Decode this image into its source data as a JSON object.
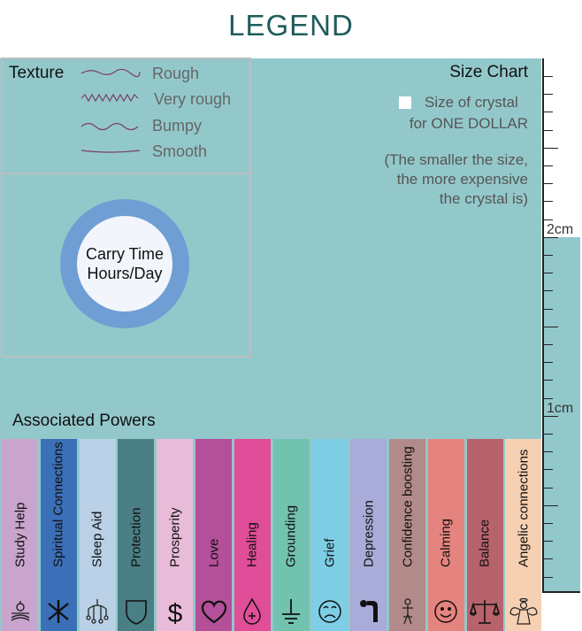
{
  "title": "LEGEND",
  "texture": {
    "title": "Texture",
    "items": [
      {
        "label": "Rough",
        "wave": "rough"
      },
      {
        "label": "Very rough",
        "wave": "very-rough"
      },
      {
        "label": "Bumpy",
        "wave": "bumpy"
      },
      {
        "label": "Smooth",
        "wave": "smooth"
      }
    ]
  },
  "carry_time": {
    "line1": "Carry Time",
    "line2": "Hours/Day"
  },
  "size_chart": {
    "title": "Size Chart",
    "line1": "Size of crystal",
    "line2": "for ONE DOLLAR",
    "note1": "(The smaller the size,",
    "note2": "the more expensive",
    "note3": "the crystal is)"
  },
  "ruler": {
    "label_2cm": "2cm",
    "label_1cm": "1cm"
  },
  "powers": {
    "title": "Associated Powers",
    "items": [
      {
        "label": "Study Help",
        "color": "#c9a4cc",
        "icon": "study-icon"
      },
      {
        "label": "Spiritual Connections",
        "color": "#3b70b8",
        "icon": "asterisk-icon"
      },
      {
        "label": "Sleep Aid",
        "color": "#b9d0e6",
        "icon": "mobile-icon"
      },
      {
        "label": "Protection",
        "color": "#4a7f86",
        "icon": "shield-icon"
      },
      {
        "label": "Prosperity",
        "color": "#e8bcd8",
        "icon": "dollar-icon"
      },
      {
        "label": "Love",
        "color": "#b44f9a",
        "icon": "heart-icon"
      },
      {
        "label": "Healing",
        "color": "#e04d98",
        "icon": "drop-icon"
      },
      {
        "label": "Grounding",
        "color": "#72c2b0",
        "icon": "ground-icon"
      },
      {
        "label": "Grief",
        "color": "#7ecfe6",
        "icon": "sad-face-icon"
      },
      {
        "label": "Depression",
        "color": "#a9acd8",
        "icon": "slumped-person-icon"
      },
      {
        "label": "Confidence boosting",
        "color": "#b38a8a",
        "icon": "figure-icon"
      },
      {
        "label": "Calming",
        "color": "#e5847e",
        "icon": "smile-icon"
      },
      {
        "label": "Balance",
        "color": "#b8636c",
        "icon": "scales-icon"
      },
      {
        "label": "Angelic connections",
        "color": "#f6d0b2",
        "icon": "angel-icon"
      }
    ]
  }
}
